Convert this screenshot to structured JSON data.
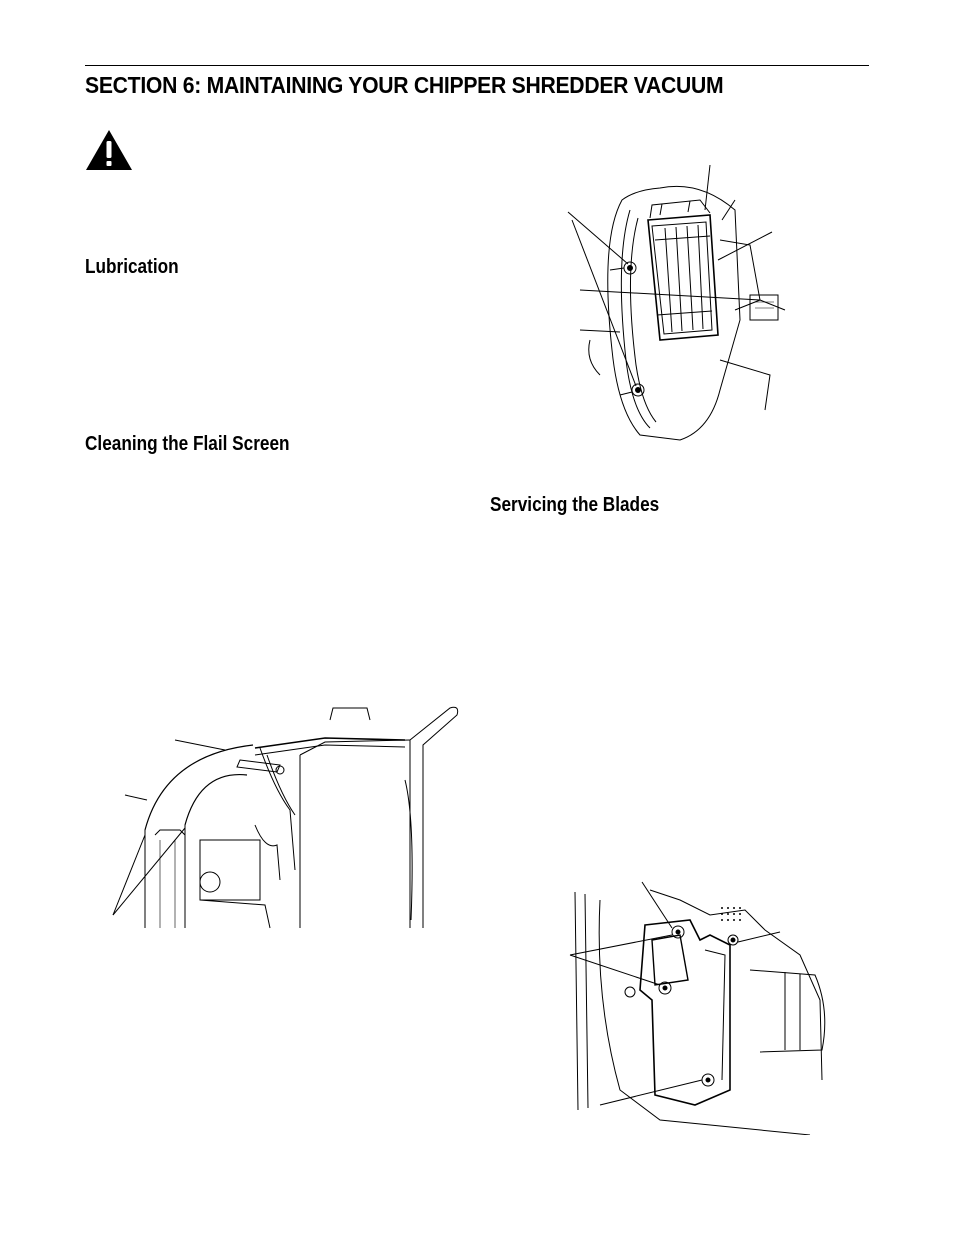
{
  "page": {
    "section_title": "SECTION 6:  MAINTAINING YOUR CHIPPER SHREDDER VACUUM",
    "headings": {
      "lubrication": "Lubrication",
      "cleaning_flail_screen": "Cleaning the Flail Screen",
      "servicing_blades": "Servicing the Blades"
    },
    "icons": {
      "warning": "warning-triangle-icon"
    },
    "figures": [
      {
        "id": "flail-screen-figure",
        "subject": "chipper housing with flail screen and retaining knobs"
      },
      {
        "id": "hose-routing-figure",
        "subject": "vacuum hose routing on handle and bag frame"
      },
      {
        "id": "blade-cover-figure",
        "subject": "blade access cover with mounting bolts"
      }
    ]
  }
}
